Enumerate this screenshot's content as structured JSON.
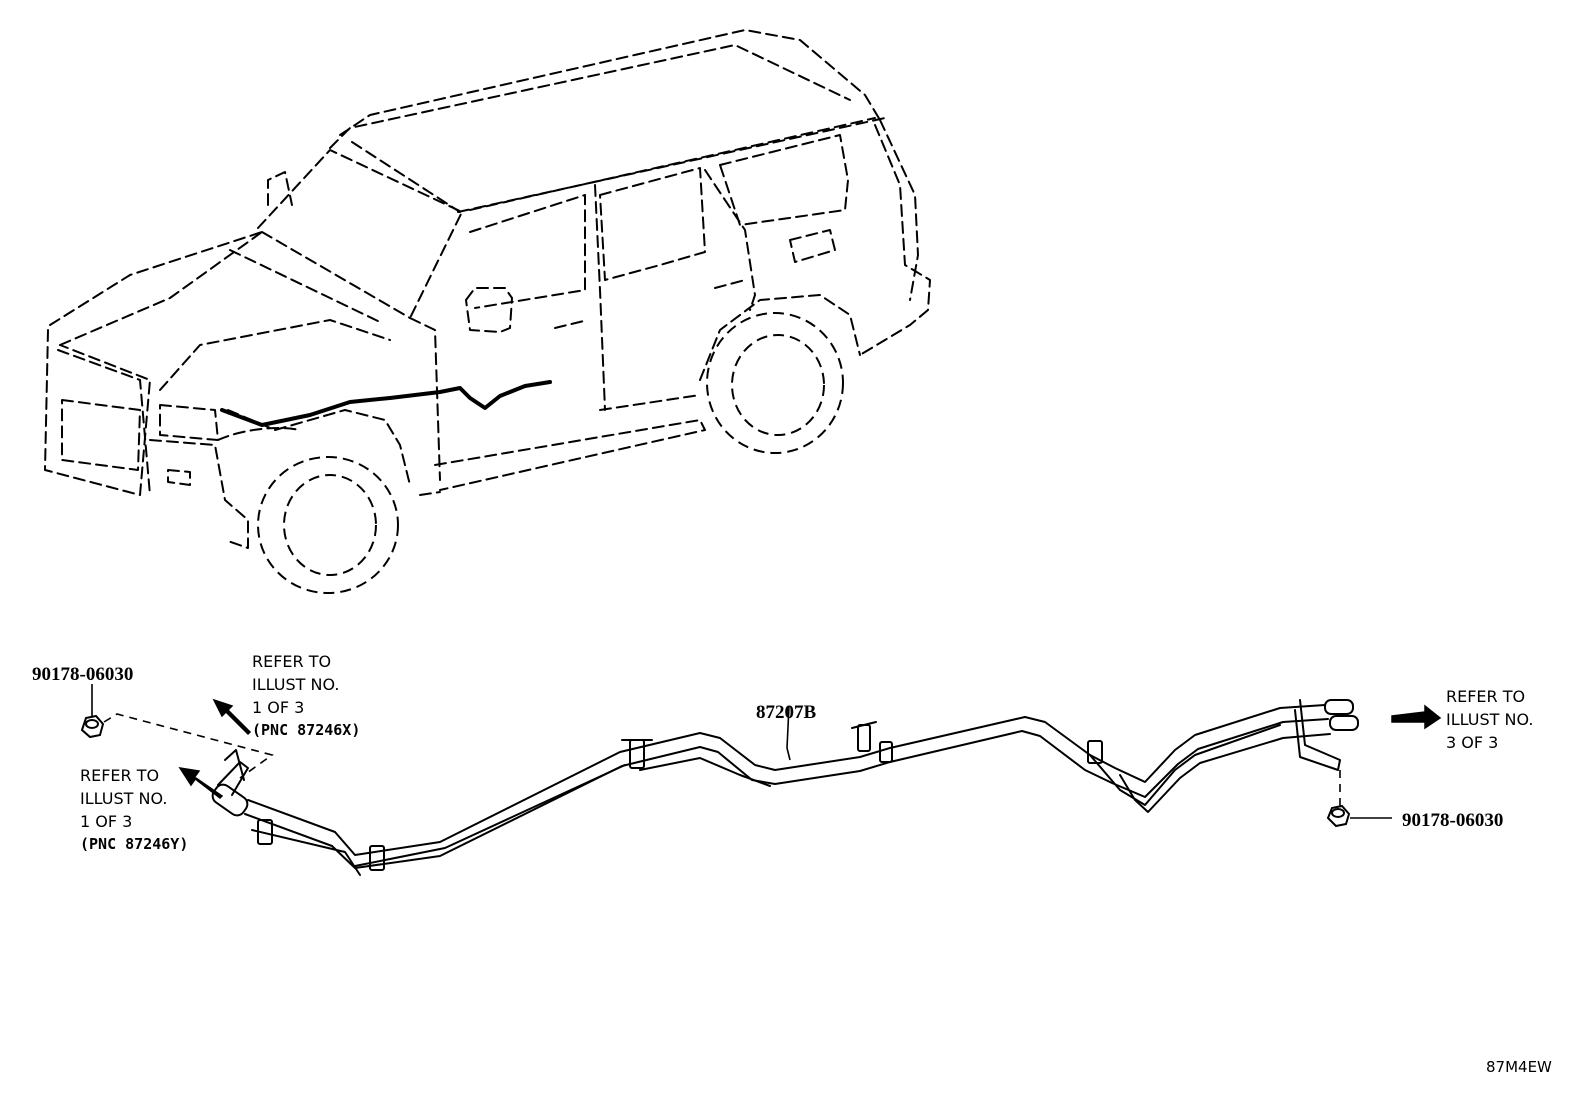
{
  "part_numbers": {
    "tube_assembly": "87207B",
    "clip_left": "90178-06030",
    "clip_right": "90178-06030"
  },
  "references": [
    {
      "line1": "REFER TO",
      "line2": "ILLUST NO.",
      "line3": "1 OF 3",
      "pnc": "(PNC 87246X)"
    },
    {
      "line1": "REFER TO",
      "line2": "ILLUST NO.",
      "line3": "1 OF 3",
      "pnc": "(PNC 87246Y)"
    },
    {
      "line1": "REFER TO",
      "line2": "ILLUST NO.",
      "line3": "3 OF 3",
      "pnc": ""
    }
  ],
  "illustration_code": "87M4EW"
}
